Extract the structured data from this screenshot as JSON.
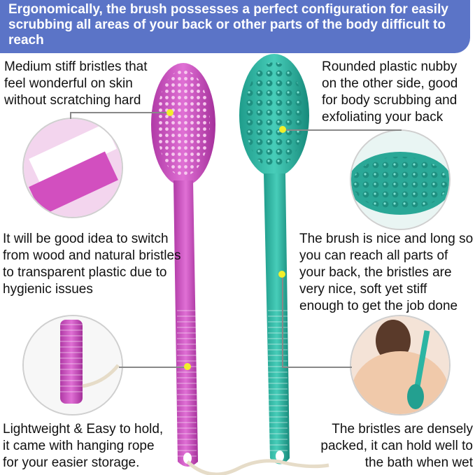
{
  "banner": {
    "text": "Ergonomically, the brush possesses a perfect configuration for easily scrubbing all areas of your back or other parts of the body difficult to reach",
    "bg_color": "#5b74c7"
  },
  "captions": {
    "bristles": "Medium stiff bristles that feel wonderful on skin without scratching hard",
    "nubby": "Rounded plastic nubby on the other side, good for body scrubbing and exfoliating your back",
    "hygiene": "It will be good idea to switch from wood and natural bristles to transparent plastic due to hygienic issues",
    "long": "The brush is nice and long so you can reach all parts of your back, the bristles are very nice, soft yet stiff enough to get the job done",
    "rope": "Lightweight & Easy to hold, it came with hanging rope for your easier storage.",
    "dense": "The bristles are densely packed, it can hold well to the bath when wet"
  },
  "colors": {
    "pink_brush": "#c546b8",
    "teal_brush": "#2bb5a3",
    "dot": "#f2ef2a"
  }
}
